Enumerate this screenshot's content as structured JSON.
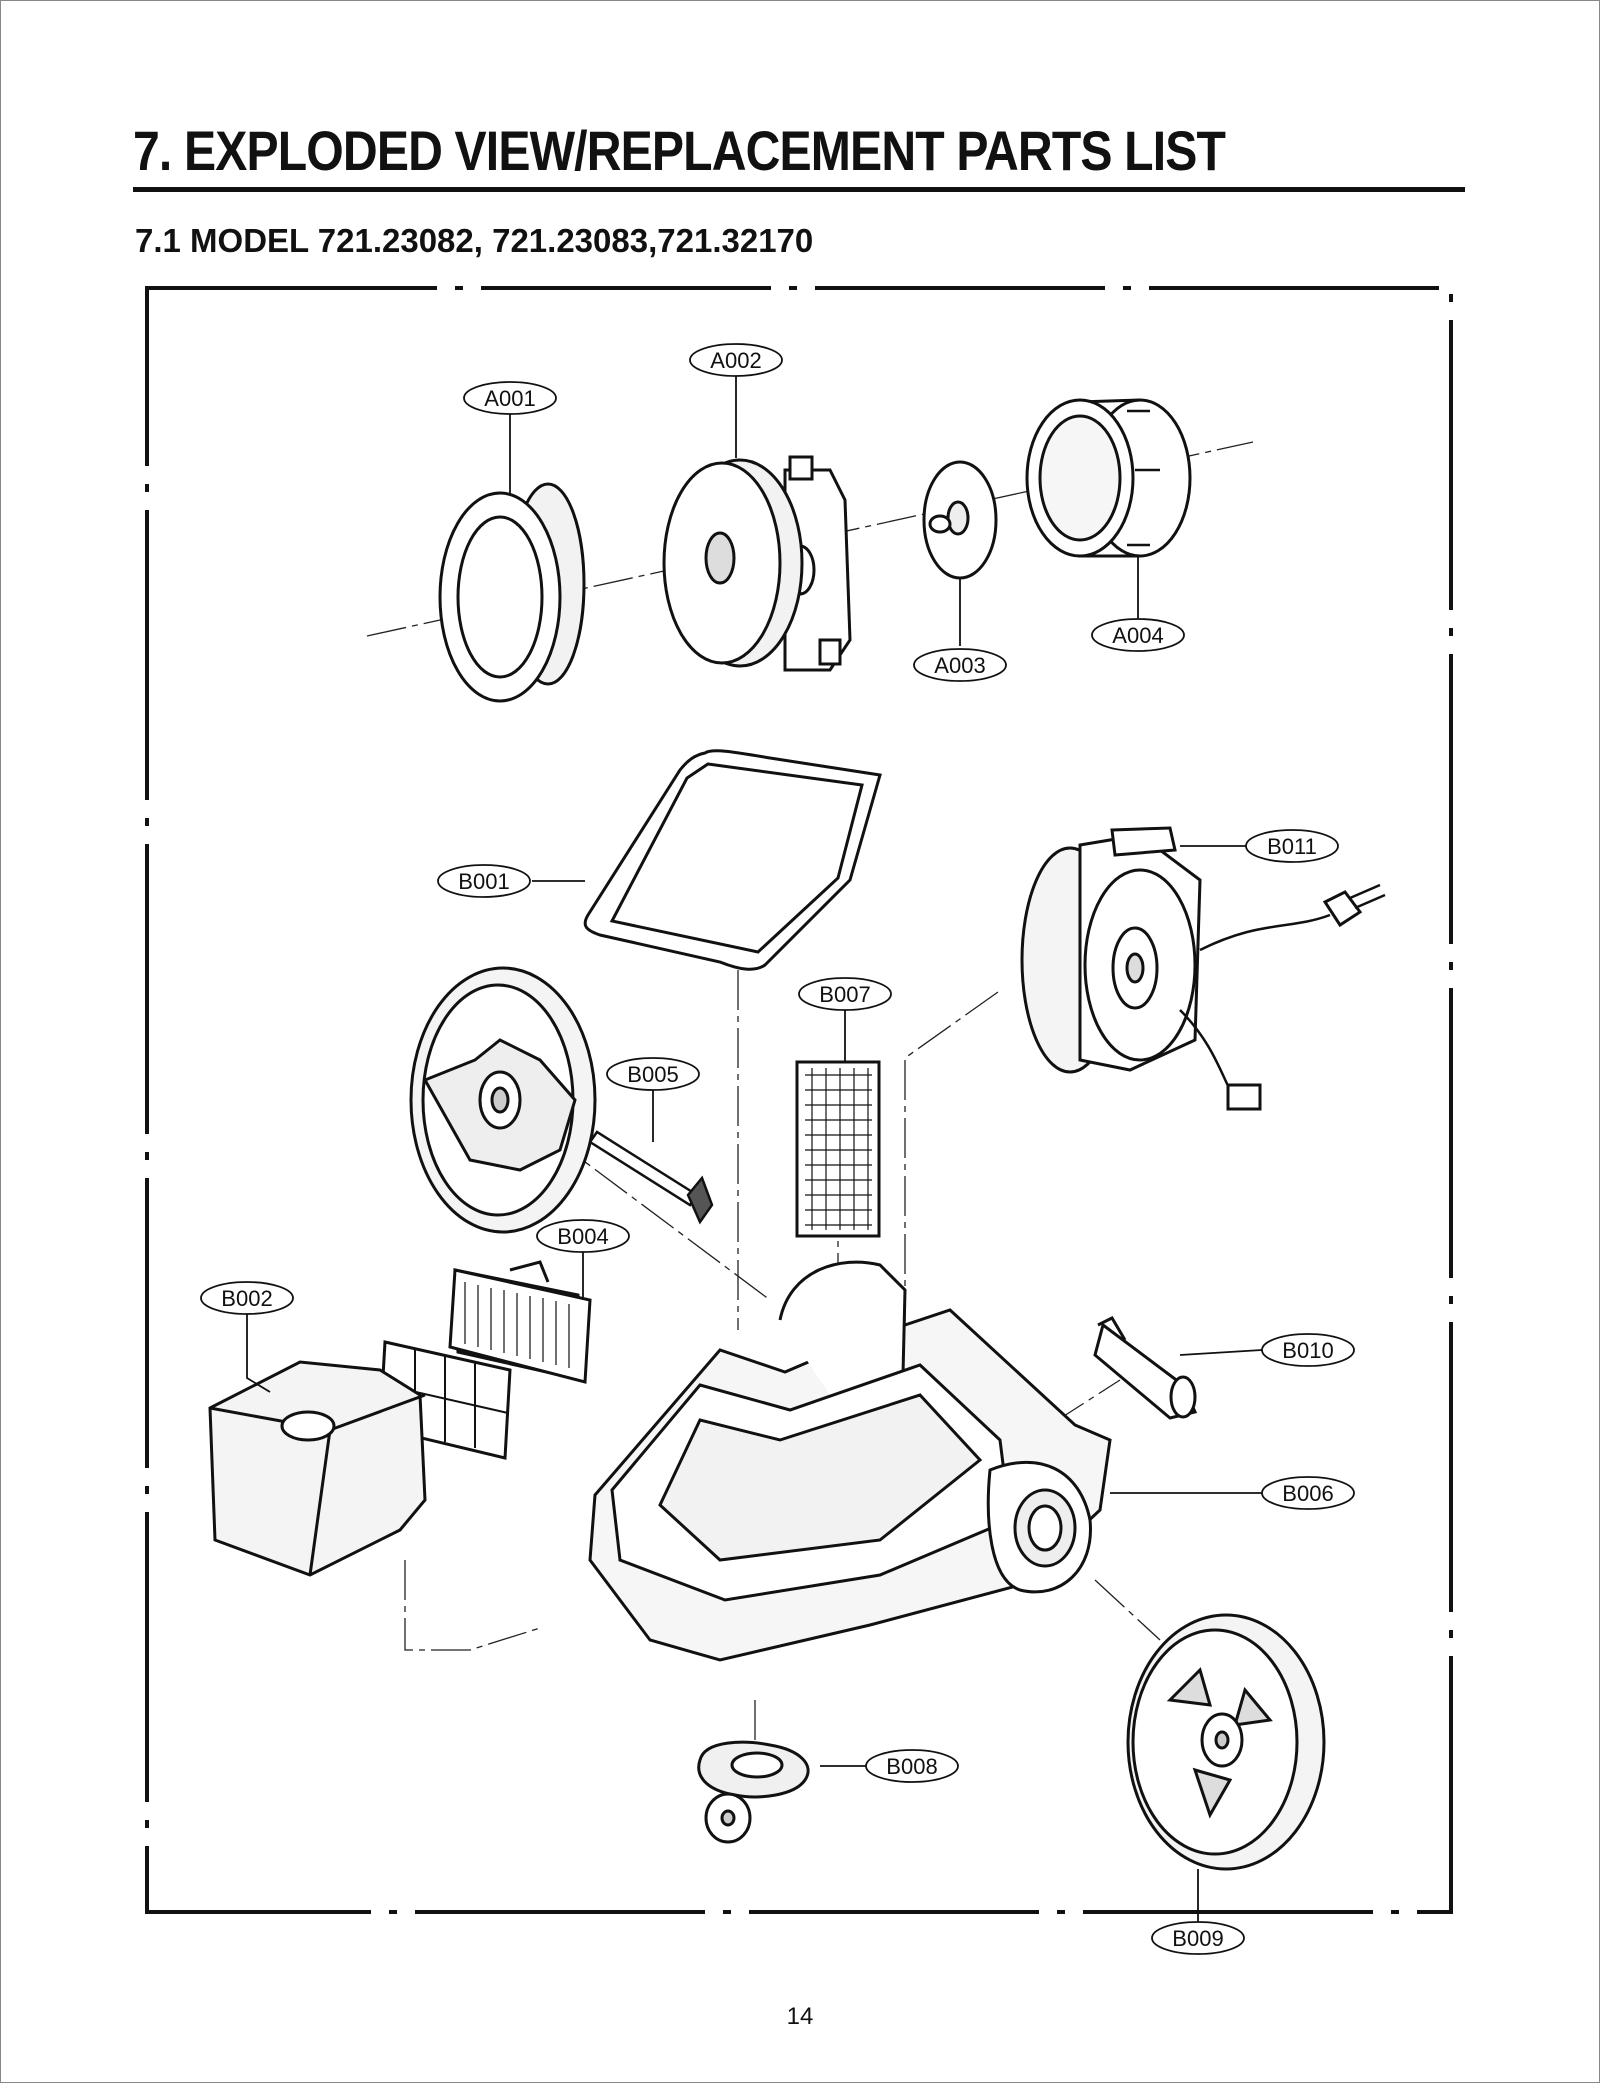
{
  "header": {
    "title": "7. EXPLODED VIEW/REPLACEMENT PARTS LIST",
    "subtitle": "7.1 MODEL 721.23082, 721.23083,721.32170"
  },
  "parts": [
    "A001",
    "A002",
    "A003",
    "A004",
    "B001",
    "B002",
    "B004",
    "B005",
    "B006",
    "B007",
    "B008",
    "B009",
    "B010",
    "B011"
  ],
  "footer": {
    "page_number": "14"
  }
}
